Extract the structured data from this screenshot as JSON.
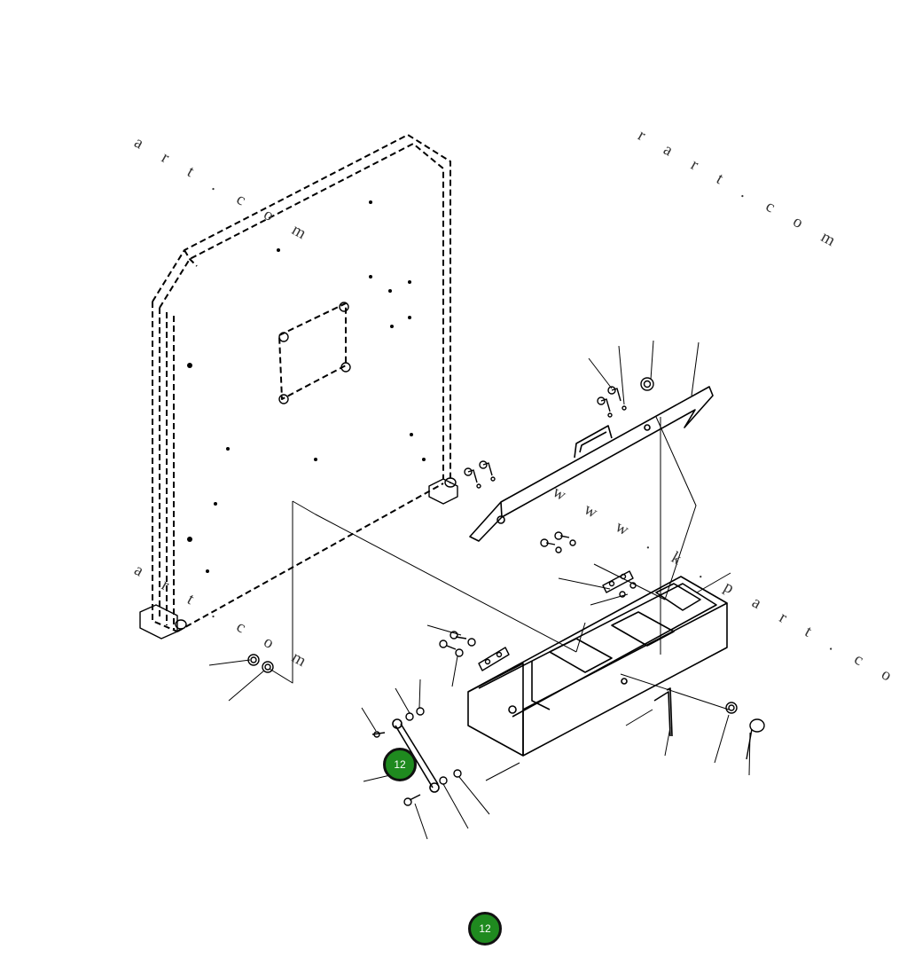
{
  "watermarks": [
    {
      "id": "wm-top-left",
      "text": "a r t . c o m"
    },
    {
      "id": "wm-top-right",
      "text": "r a r t . c o m"
    },
    {
      "id": "wm-bottom-left",
      "text": "a r t . c o m"
    },
    {
      "id": "wm-center",
      "text": "w w w . k . p a r t . c o m"
    }
  ],
  "callouts": [
    {
      "id": "callout-part",
      "label": "12"
    },
    {
      "id": "callout-legend",
      "label": "12"
    }
  ],
  "colors": {
    "callout_fill": "#1f8a1f",
    "callout_border": "#111111",
    "line": "#000000"
  }
}
